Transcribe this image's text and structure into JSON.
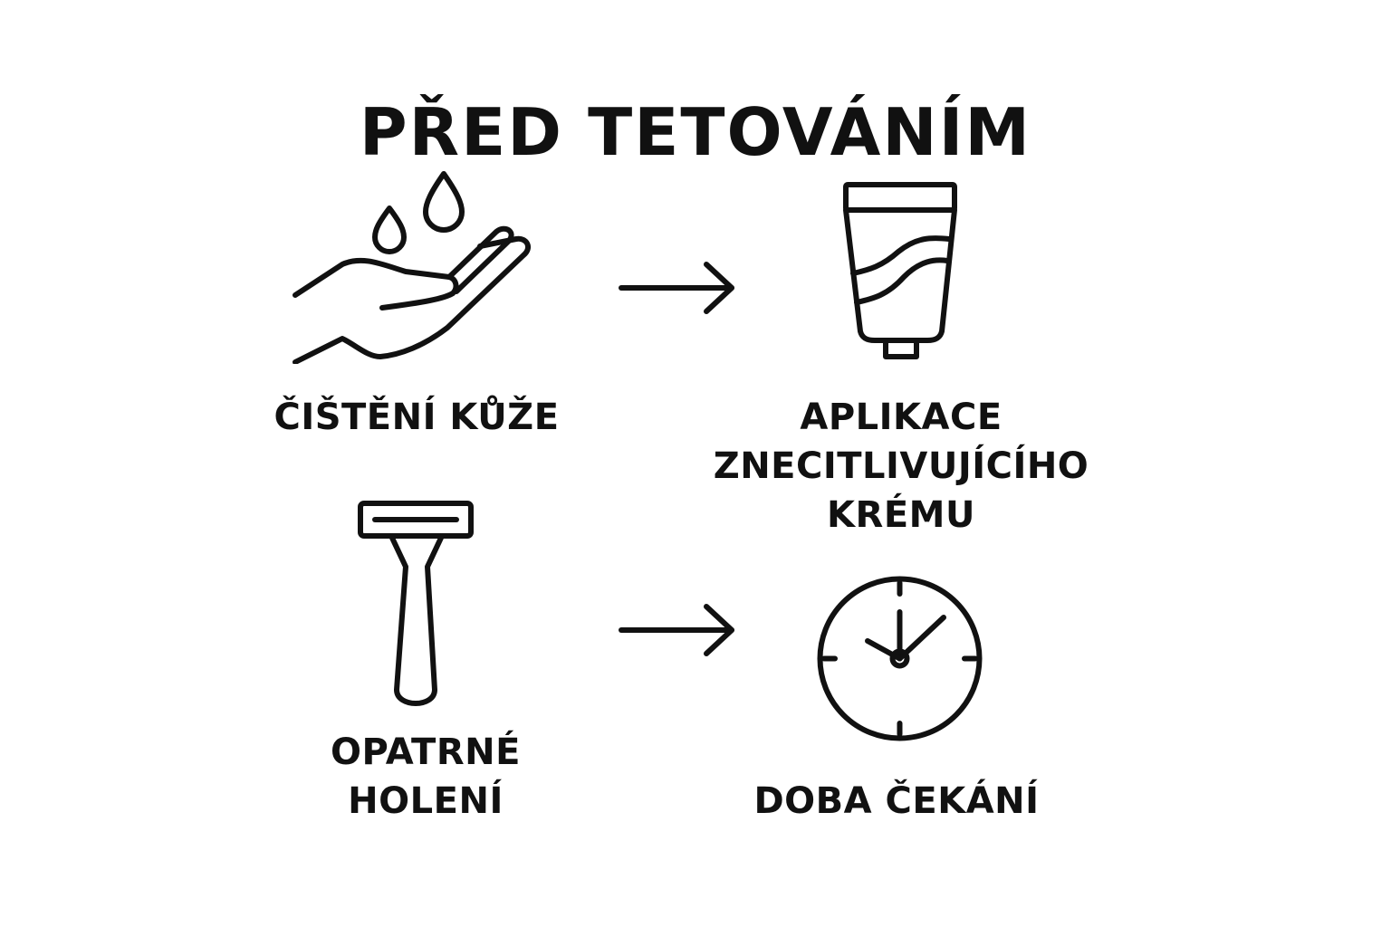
{
  "title": "PŘED TETOVÁNÍM",
  "steps": [
    {
      "icon": "hand-water-drops-icon",
      "label_lines": [
        "ČIŠTĚNÍ KŮŽE"
      ]
    },
    {
      "icon": "cream-tube-icon",
      "label_lines": [
        "APLIKACE",
        "ZNECITLIVUJÍCÍHO",
        "KRÉMU"
      ]
    },
    {
      "icon": "razor-icon",
      "label_lines": [
        "OPATRNÉ",
        "HOLENÍ"
      ]
    },
    {
      "icon": "clock-icon",
      "label_lines": [
        "DOBA ČEKÁNÍ"
      ]
    }
  ],
  "colors": {
    "stroke": "#111111",
    "background": "#ffffff"
  }
}
